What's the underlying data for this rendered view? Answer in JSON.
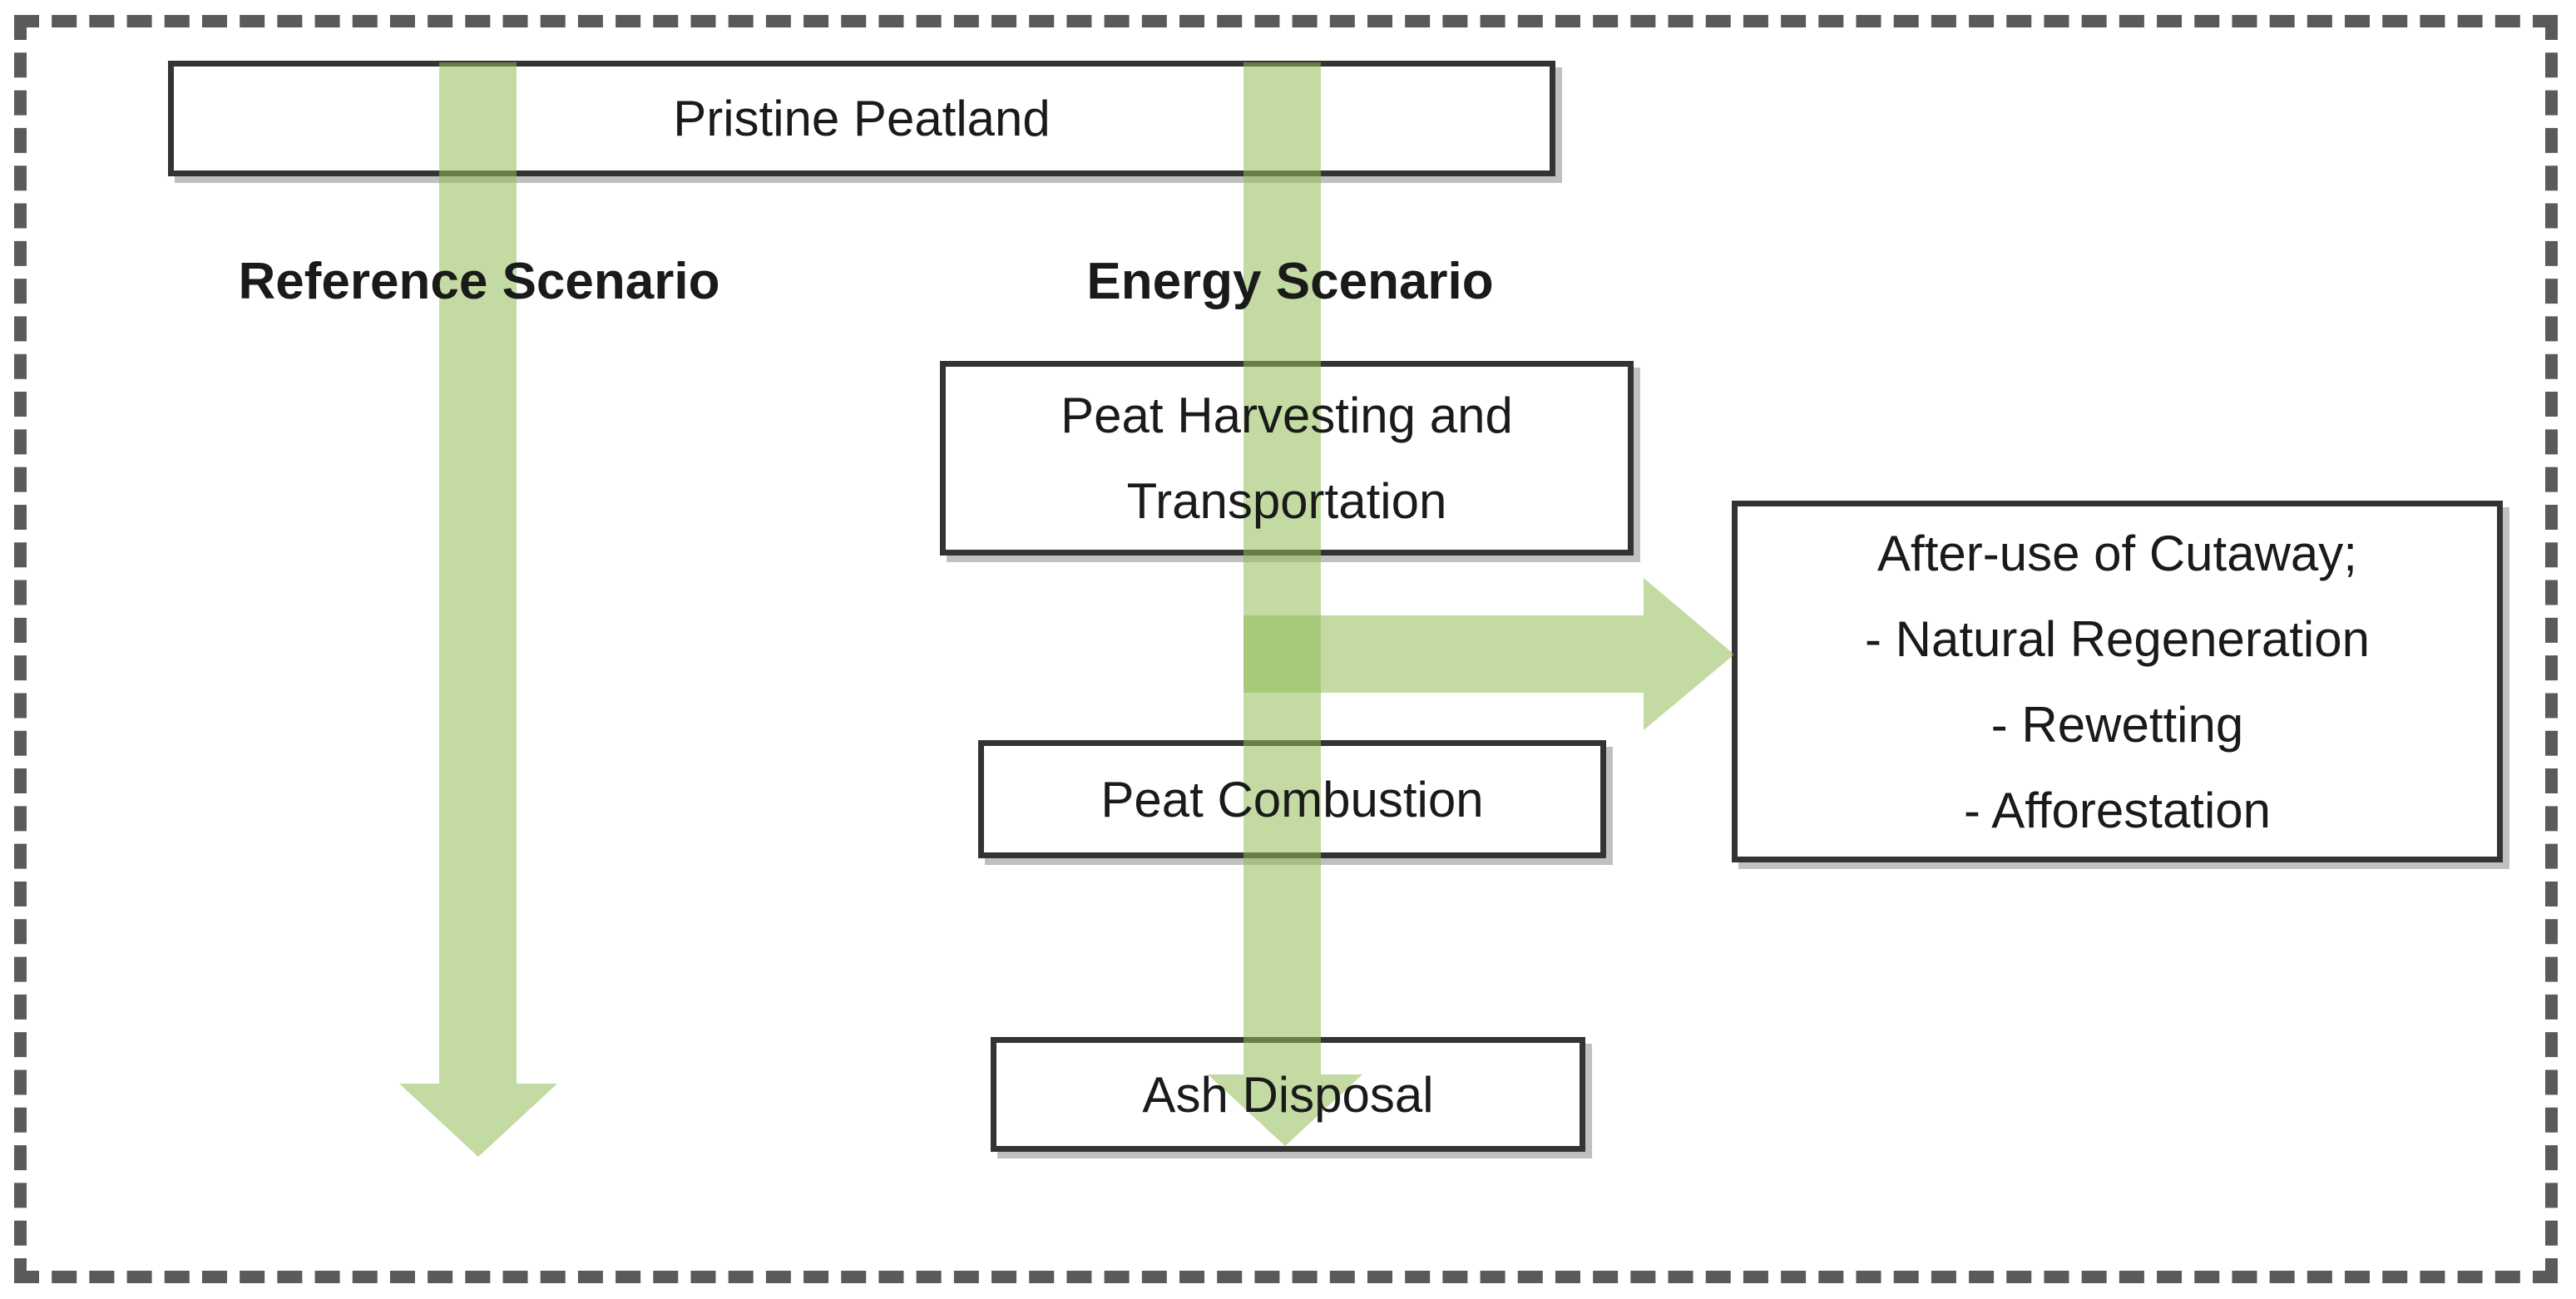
{
  "diagram": {
    "title_box": "Pristine Peatland",
    "scenario_labels": {
      "reference": "Reference Scenario",
      "energy": "Energy Scenario"
    },
    "boxes": {
      "peat_harvesting": {
        "lines": [
          "Peat Harvesting and",
          "Transportation"
        ]
      },
      "after_use": {
        "lines": [
          "After-use of Cutaway;",
          "- Natural Regeneration",
          "- Rewetting",
          "- Afforestation"
        ]
      },
      "peat_combustion": "Peat Combustion",
      "ash_disposal": "Ash Disposal"
    },
    "colors": {
      "arrow_green_base": "#92bb57",
      "arrow_green_rendered": "#c8dfaa",
      "arrow_green_overlap": "#a9cb7f",
      "box_border": "#333333",
      "dashed_frame": "#5a5a5a",
      "text": "#1a1a1a",
      "background": "#ffffff"
    }
  }
}
